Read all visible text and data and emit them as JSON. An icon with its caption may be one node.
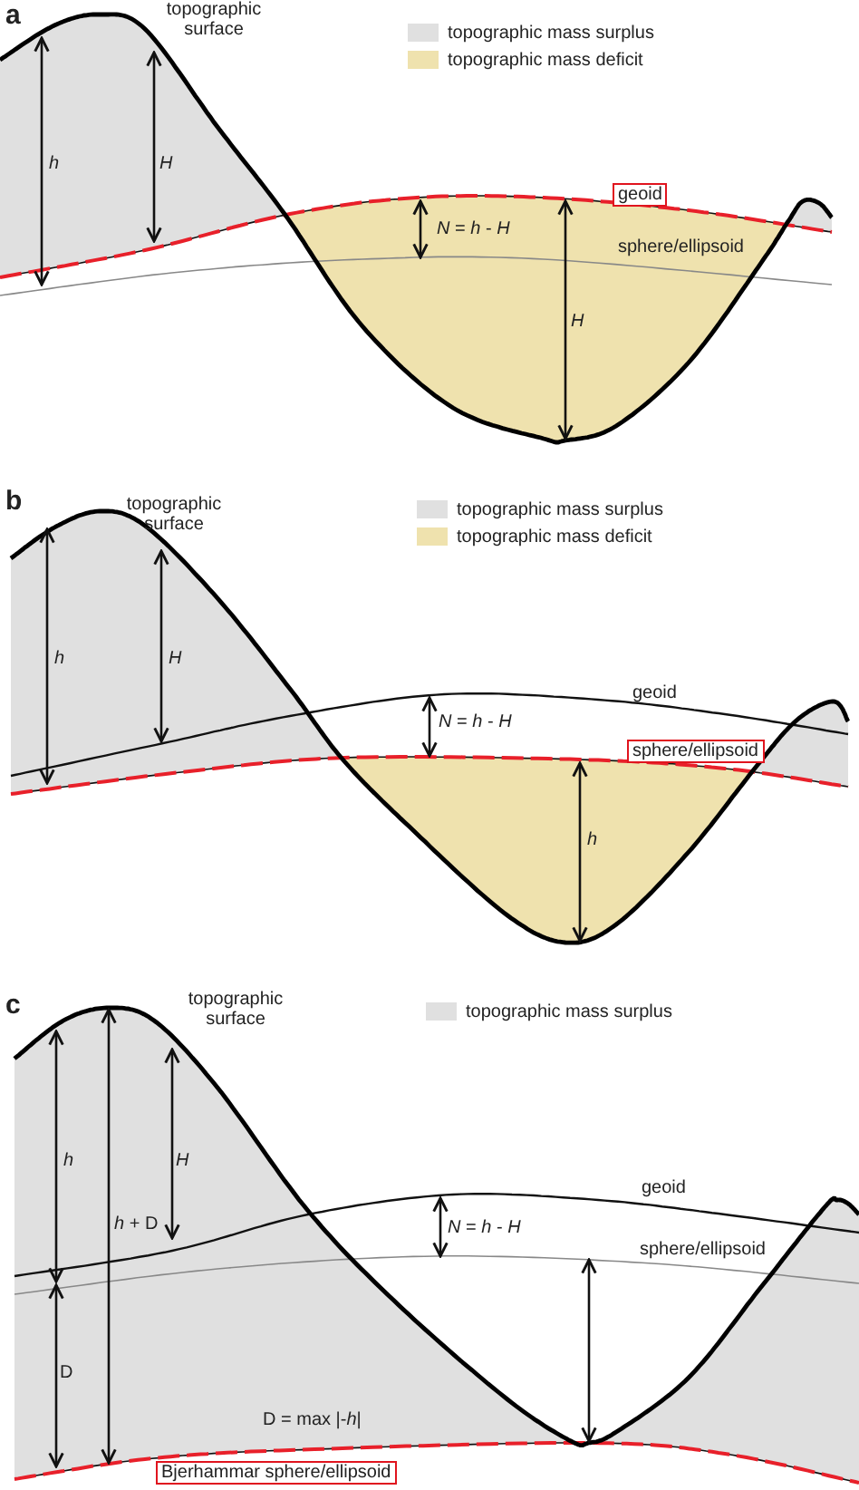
{
  "diagram": {
    "nodes": [
      {
        "text": [
          "geoid"
        ]
      },
      {
        "text": [
          "sphere/ellipsoid"
        ]
      },
      {
        "text": [
          "Bjerhammar sphere/ellipsoid"
        ]
      }
    ],
    "labels": [
      "a",
      "topographic surface",
      "h",
      "H",
      "*N* = *h* - *H*",
      "sphere/ellipsoid",
      "H",
      "b",
      "topographic surface",
      "h",
      "H",
      "geoid",
      "*N* = *h* - *H*",
      "h",
      "c",
      "topographic surface",
      "h",
      "H",
      "*h* + D",
      "geoid",
      "*N* = *h* - *H*",
      "sphere/ellipsoid",
      "D",
      "D = max |-*h*|"
    ],
    "legend": [
      {
        "text": "topographic mass surplus",
        "color": "#e0e0e0"
      },
      {
        "text": "topographic mass deficit",
        "color": "#efe2ae"
      },
      {
        "text": "topographic mass surplus",
        "color": "#e0e0e0"
      },
      {
        "text": "topographic mass deficit",
        "color": "#efe2ae"
      },
      {
        "text": "topographic mass surplus",
        "color": "#e0e0e0"
      }
    ]
  }
}
